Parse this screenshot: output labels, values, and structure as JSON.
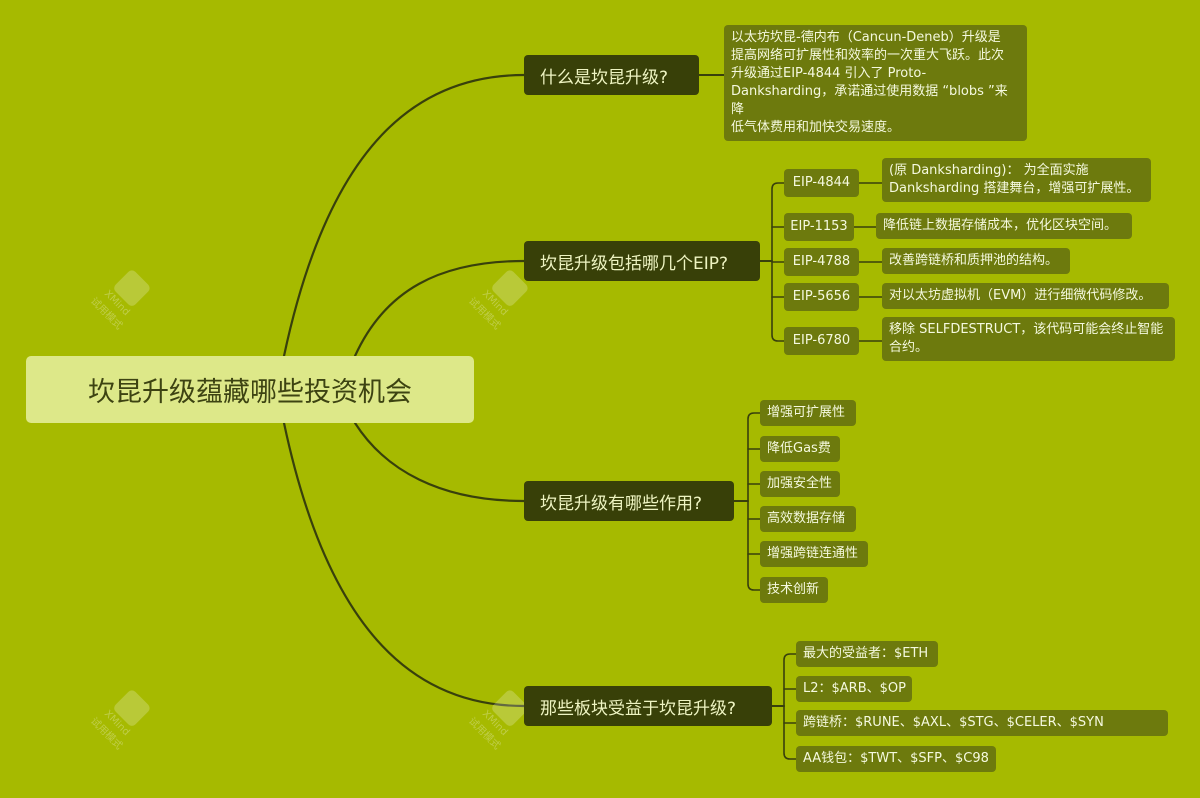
{
  "root": {
    "title": "坎昆升级蕴藏哪些投资机会"
  },
  "branches": [
    {
      "label": "什么是坎昆升级?"
    },
    {
      "label": "坎昆升级包括哪几个EIP?"
    },
    {
      "label": "坎昆升级有哪些作用?"
    },
    {
      "label": "那些板块受益于坎昆升级?"
    }
  ],
  "definition": {
    "lines": [
      "以太坊坎昆-德内布（Cancun-Deneb）升级是",
      "提高网络可扩展性和效率的一次重大飞跃。此次",
      "升级通过EIP-4844 引入了 Proto-",
      "Danksharding，承诺通过使用数据 “blobs ”来降",
      "低气体费用和加快交易速度。"
    ]
  },
  "eips": [
    {
      "name": "EIP-4844",
      "desc_lines": [
        "(原 Danksharding)： 为全面实施",
        "Danksharding 搭建舞台，增强可扩展性。"
      ]
    },
    {
      "name": "EIP-1153",
      "desc_lines": [
        "降低链上数据存储成本，优化区块空间。"
      ]
    },
    {
      "name": "EIP-4788",
      "desc_lines": [
        "改善跨链桥和质押池的结构。"
      ]
    },
    {
      "name": "EIP-5656",
      "desc_lines": [
        "对以太坊虚拟机（EVM）进行细微代码修改。"
      ]
    },
    {
      "name": "EIP-6780",
      "desc_lines": [
        "移除 SELFDESTRUCT，该代码可能会终止智能",
        "合约。"
      ]
    }
  ],
  "effects": [
    "增强可扩展性",
    "降低Gas费",
    "加强安全性",
    "高效数据存储",
    "增强跨链连通性",
    "技术创新"
  ],
  "sectors": [
    "最大的受益者：$ETH",
    "L2：$ARB、$OP",
    "跨链桥：$RUNE、$AXL、$STG、$CELER、$SYN",
    "AA钱包：$TWT、$SFP、$C98"
  ],
  "watermark": {
    "brand": "XMind",
    "sub": "试用模式"
  },
  "colors": {
    "background": "#a6ba00",
    "root": "#dde889",
    "branch": "#384008",
    "leaf": "#6d7a0d",
    "line": "#38400c"
  }
}
